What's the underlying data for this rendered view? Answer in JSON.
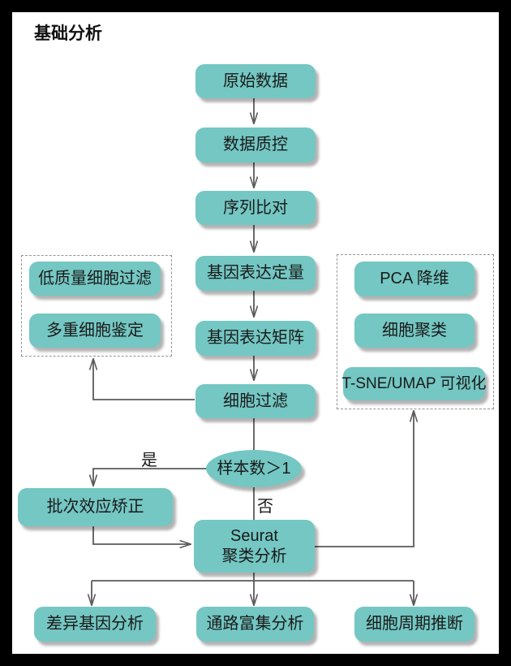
{
  "title": "基础分析",
  "colors": {
    "node_fill": "#74c7c3",
    "arrow": "#5a5a5a",
    "dashed_border": "#949494",
    "frame": "#000000",
    "background": "#ffffff"
  },
  "nodes": {
    "raw_data": {
      "label": "原始数据"
    },
    "data_qc": {
      "label": "数据质控"
    },
    "alignment": {
      "label": "序列比对"
    },
    "quantification": {
      "label": "基因表达定量"
    },
    "matrix": {
      "label": "基因表达矩阵"
    },
    "cell_filter": {
      "label": "细胞过滤"
    },
    "decision": {
      "label": "样本数＞1"
    },
    "seurat": {
      "label_line1": "Seurat",
      "label_line2": "聚类分析"
    },
    "low_quality_filter": {
      "label": "低质量细胞过滤"
    },
    "multiplet_id": {
      "label": "多重细胞鉴定"
    },
    "pca": {
      "label": "PCA 降维"
    },
    "cell_cluster": {
      "label": "细胞聚类"
    },
    "tsne": {
      "label": "T-SNE/UMAP 可视化"
    },
    "batch_correction": {
      "label": "批次效应矫正"
    },
    "deg": {
      "label": "差异基因分析"
    },
    "pathway": {
      "label": "通路富集分析"
    },
    "cell_cycle": {
      "label": "细胞周期推断"
    }
  },
  "edge_labels": {
    "yes": "是",
    "no": "否"
  }
}
